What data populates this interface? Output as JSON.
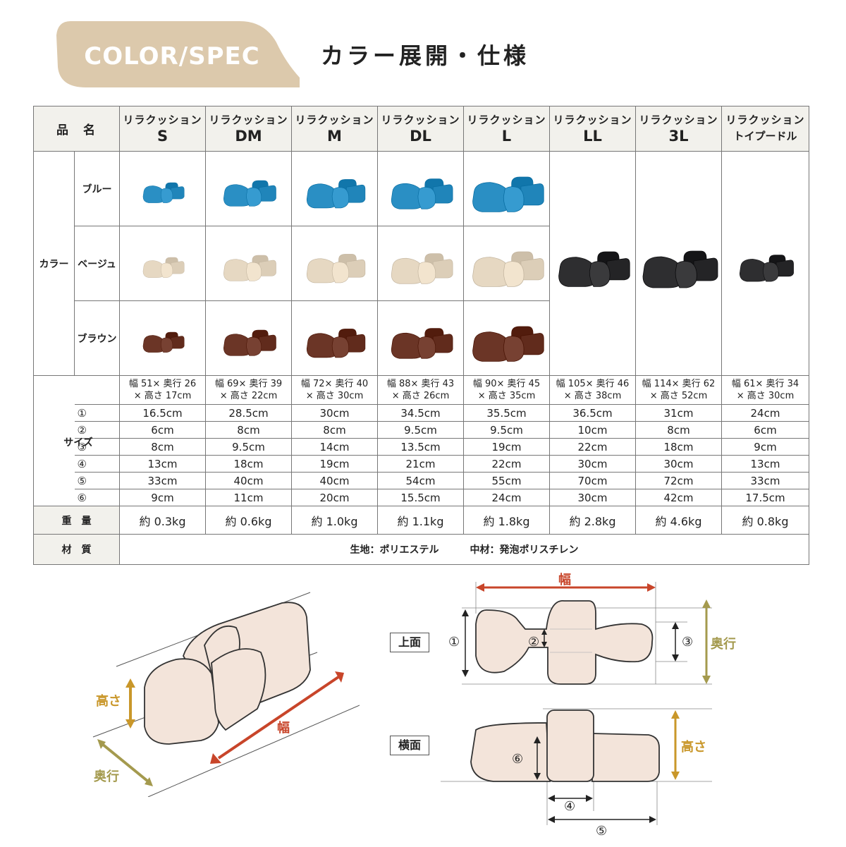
{
  "header": {
    "badge": "COLOR/SPEC",
    "title": "カラー展開・仕様"
  },
  "table": {
    "row_labels": {
      "name": "品　名",
      "color": "カラー",
      "size": "サイズ",
      "weight": "重　量",
      "material": "材　質"
    },
    "color_names": [
      "ブルー",
      "ベージュ",
      "ブラウン"
    ],
    "products": [
      {
        "top": "リラクッション",
        "bottom": "S"
      },
      {
        "top": "リラクッション",
        "bottom": "DM"
      },
      {
        "top": "リラクッション",
        "bottom": "M"
      },
      {
        "top": "リラクッション",
        "bottom": "DL"
      },
      {
        "top": "リラクッション",
        "bottom": "L"
      },
      {
        "top": "リラクッション",
        "bottom": "LL"
      },
      {
        "top": "リラクッション",
        "bottom": "3L"
      },
      {
        "top": "リラクッション",
        "bottom": "トイプードル"
      }
    ],
    "dims": [
      [
        "幅 51× 奥行 26",
        "× 高さ 17cm"
      ],
      [
        "幅 69× 奥行 39",
        "× 高さ 22cm"
      ],
      [
        "幅 72× 奥行 40",
        "× 高さ 30cm"
      ],
      [
        "幅 88× 奥行 43",
        "× 高さ 26cm"
      ],
      [
        "幅 90× 奥行 45",
        "× 高さ 35cm"
      ],
      [
        "幅 105× 奥行 46",
        "× 高さ 38cm"
      ],
      [
        "幅 114× 奥行 62",
        "× 高さ 52cm"
      ],
      [
        "幅 61× 奥行 34",
        "× 高さ 30cm"
      ]
    ],
    "size_rows": [
      {
        "mark": "①",
        "values": [
          "16.5cm",
          "28.5cm",
          "30cm",
          "34.5cm",
          "35.5cm",
          "36.5cm",
          "31cm",
          "24cm"
        ]
      },
      {
        "mark": "②",
        "values": [
          "6cm",
          "8cm",
          "8cm",
          "9.5cm",
          "9.5cm",
          "10cm",
          "8cm",
          "6cm"
        ]
      },
      {
        "mark": "③",
        "values": [
          "8cm",
          "9.5cm",
          "14cm",
          "13.5cm",
          "19cm",
          "22cm",
          "18cm",
          "9cm"
        ]
      },
      {
        "mark": "④",
        "values": [
          "13cm",
          "18cm",
          "19cm",
          "21cm",
          "22cm",
          "30cm",
          "30cm",
          "13cm"
        ]
      },
      {
        "mark": "⑤",
        "values": [
          "33cm",
          "40cm",
          "40cm",
          "54cm",
          "55cm",
          "70cm",
          "72cm",
          "33cm"
        ]
      },
      {
        "mark": "⑥",
        "values": [
          "9cm",
          "11cm",
          "20cm",
          "15.5cm",
          "24cm",
          "30cm",
          "42cm",
          "17.5cm"
        ]
      }
    ],
    "weights": [
      "約 0.3kg",
      "約 0.6kg",
      "約 1.0kg",
      "約 1.1kg",
      "約 1.8kg",
      "約 2.8kg",
      "約 4.6kg",
      "約 0.8kg"
    ],
    "material": {
      "fabric": "生地：ポリエステル",
      "filling": "中材：発泡ポリスチレン"
    }
  },
  "colors": {
    "blue": "#2a8fc4",
    "beige": "#e6d8c2",
    "brown": "#6b3526",
    "black": "#2e2e30",
    "badge": "#dcc9ac",
    "header_bg": "#f2f1ec",
    "arrow_red": "#c8452a",
    "arrow_gold": "#c9972a",
    "arrow_olive": "#a49a4e"
  },
  "diagram": {
    "width_label": "幅",
    "height_label": "高さ",
    "depth_label": "奥行",
    "top_view_label": "上面",
    "side_view_label": "横面",
    "marks": [
      "①",
      "②",
      "③",
      "④",
      "⑤",
      "⑥"
    ]
  }
}
